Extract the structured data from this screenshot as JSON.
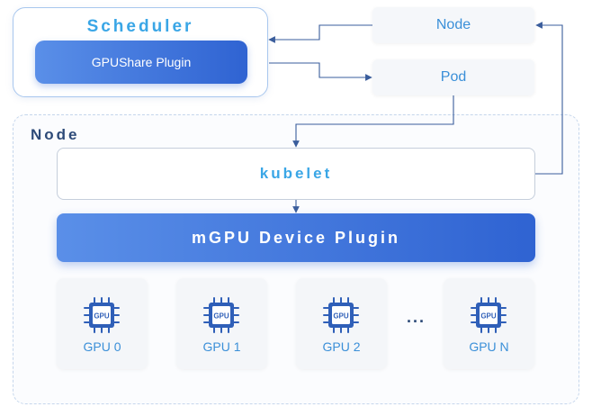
{
  "scheduler": {
    "title": "Scheduler",
    "plugin": "GPUShare Plugin"
  },
  "cards": {
    "node": "Node",
    "pod": "Pod"
  },
  "node_region": {
    "label": "Node",
    "kubelet": "kubelet",
    "device_plugin": "mGPU Device Plugin",
    "gpu_icon_text": "GPU",
    "gpus": [
      {
        "label": "GPU 0"
      },
      {
        "label": "GPU 1"
      },
      {
        "label": "GPU 2"
      },
      {
        "label": "GPU N"
      }
    ],
    "ellipsis": "..."
  },
  "colors": {
    "accent_blue": "#3aa6e6",
    "plugin_gradient_start": "#5a8fe8",
    "plugin_gradient_end": "#2f63d2",
    "line": "#3a5d9c"
  }
}
